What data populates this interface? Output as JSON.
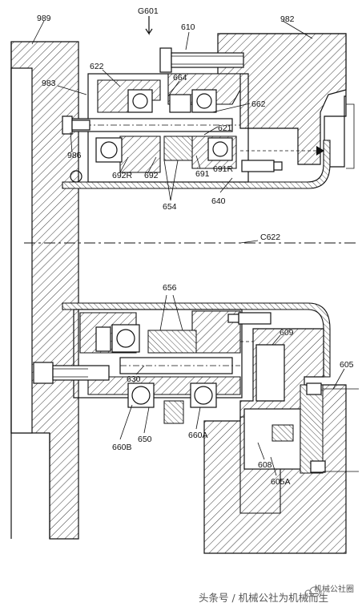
{
  "diagram": {
    "labels": {
      "l989": "989",
      "g601": "G601",
      "l610": "610",
      "l982": "982",
      "l622": "622",
      "l983": "983",
      "l664": "664",
      "l662": "662",
      "l621": "621",
      "l986": "986",
      "l692r": "692R",
      "l692": "692",
      "l691": "691",
      "l691r": "691R",
      "l654": "654",
      "l640": "640",
      "c622": "C622",
      "l656": "656",
      "l609": "609",
      "l605": "605",
      "l630": "630",
      "l660b": "660B",
      "l650": "650",
      "l660a": "660A",
      "l608": "608",
      "l605a": "605A"
    },
    "watermark": "头条号 / 机械公社为机械而生",
    "logo_text": "机械公社圈"
  }
}
